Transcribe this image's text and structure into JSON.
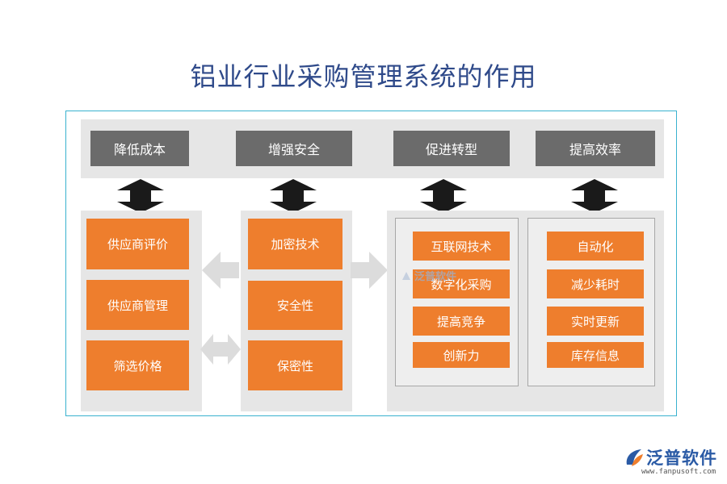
{
  "title": "铝业行业采购管理系统的作用",
  "benefits": [
    "降低成本",
    "增强安全",
    "促进转型",
    "提高效率"
  ],
  "cost_items": [
    "供应商评价",
    "供应商管理",
    "筛选价格"
  ],
  "security_items": [
    "加密技术",
    "安全性",
    "保密性"
  ],
  "transform_items": [
    "互联网技术",
    "数字化采购",
    "提高竞争",
    "创新力"
  ],
  "efficiency_items": [
    "自动化",
    "减少耗时",
    "实时更新",
    "库存信息"
  ],
  "watermark": "泛普软件",
  "logo": {
    "name": "泛普软件",
    "url": "www.fanpusoft.com",
    "colors": {
      "brand_blue": "#2a5aa5",
      "accent_orange": "#ee7e2d"
    }
  },
  "colors": {
    "title": "#2f4a8a",
    "header_box": "#6b6b6b",
    "item_box": "#ee7e2d",
    "panel": "#e6e6e6",
    "frame_border": "#39b2cf",
    "arrow_dark": "#1a1a1a",
    "arrow_light": "#dcdcdc"
  },
  "icons": [
    "double-arrow-vertical",
    "arrow-left",
    "arrow-right",
    "double-arrow-horizontal"
  ]
}
